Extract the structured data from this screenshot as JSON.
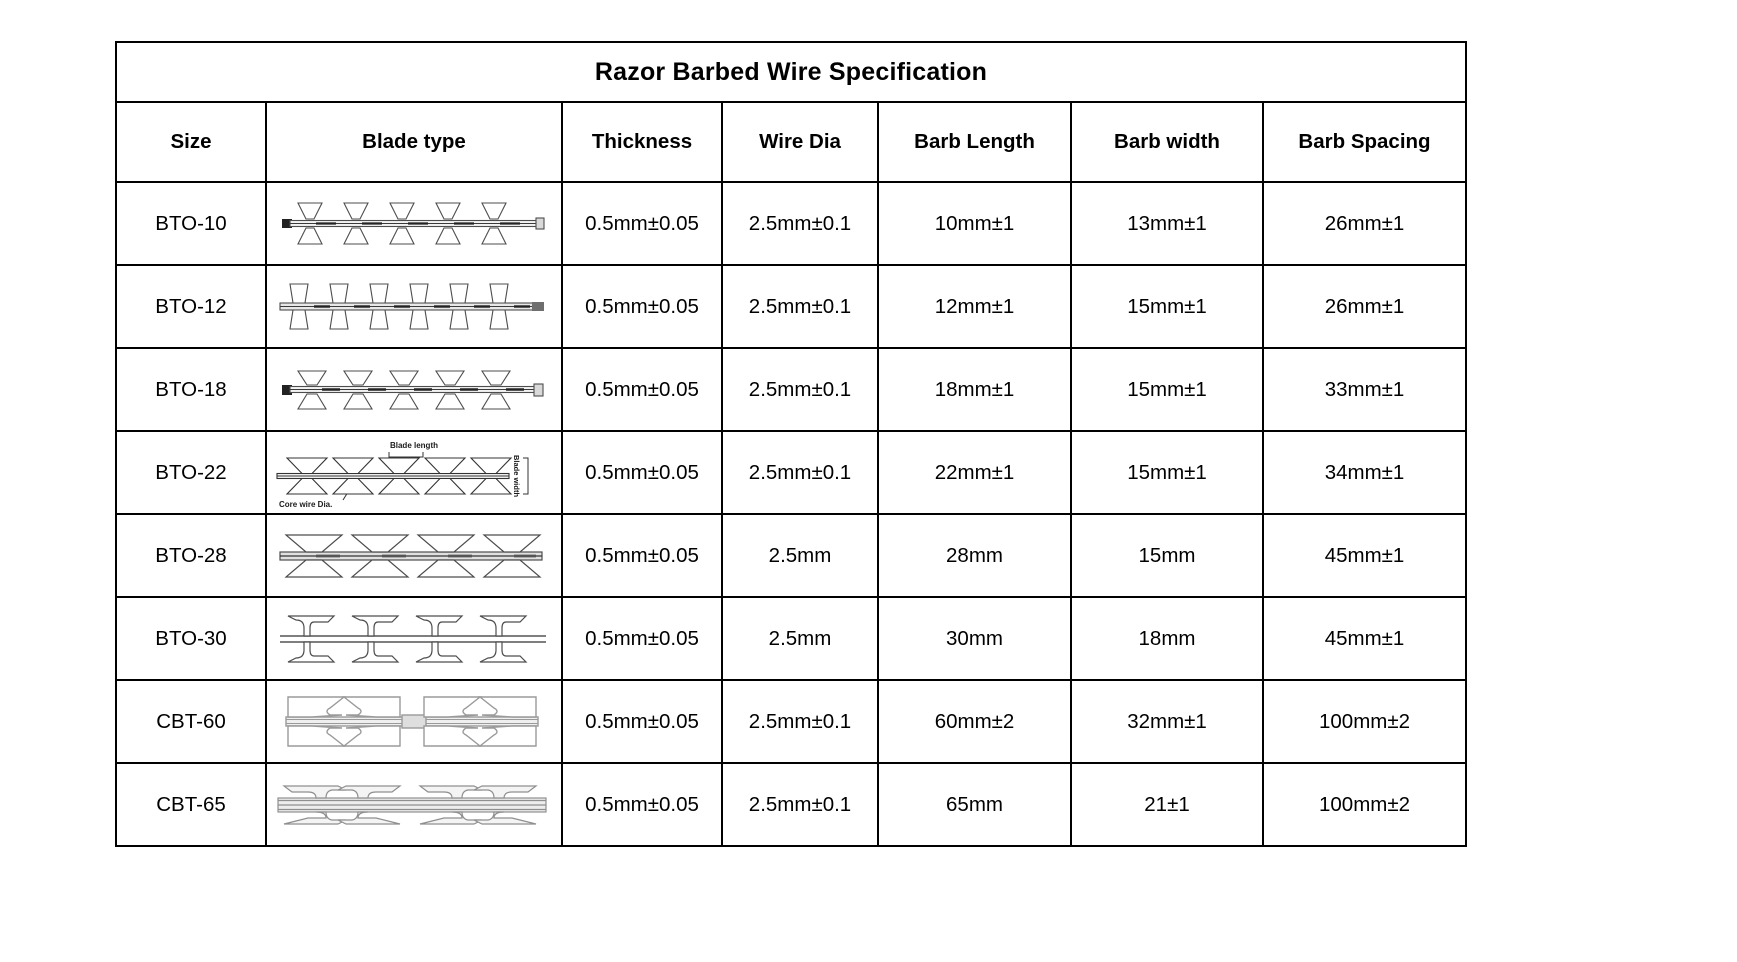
{
  "table": {
    "title": "Razor Barbed Wire Specification",
    "columns": [
      {
        "key": "size",
        "label": "Size"
      },
      {
        "key": "blade_type",
        "label": "Blade type"
      },
      {
        "key": "thickness",
        "label": "Thickness"
      },
      {
        "key": "wire_dia",
        "label": "Wire Dia"
      },
      {
        "key": "barb_length",
        "label": "Barb Length"
      },
      {
        "key": "barb_width",
        "label": "Barb width"
      },
      {
        "key": "barb_spacing",
        "label": "Barb Spacing"
      }
    ],
    "rows": [
      {
        "size": "BTO-10",
        "blade_type": "bto-10-blade-diagram",
        "thickness": "0.5mm±0.05",
        "wire_dia": "2.5mm±0.1",
        "barb_length": "10mm±1",
        "barb_width": "13mm±1",
        "barb_spacing": "26mm±1"
      },
      {
        "size": "BTO-12",
        "blade_type": "bto-12-blade-diagram",
        "thickness": "0.5mm±0.05",
        "wire_dia": "2.5mm±0.1",
        "barb_length": "12mm±1",
        "barb_width": "15mm±1",
        "barb_spacing": "26mm±1"
      },
      {
        "size": "BTO-18",
        "blade_type": "bto-18-blade-diagram",
        "thickness": "0.5mm±0.05",
        "wire_dia": "2.5mm±0.1",
        "barb_length": "18mm±1",
        "barb_width": "15mm±1",
        "barb_spacing": "33mm±1"
      },
      {
        "size": "BTO-22",
        "blade_type": "bto-22-blade-diagram",
        "thickness": "0.5mm±0.05",
        "wire_dia": "2.5mm±0.1",
        "barb_length": "22mm±1",
        "barb_width": "15mm±1",
        "barb_spacing": "34mm±1"
      },
      {
        "size": "BTO-28",
        "blade_type": "bto-28-blade-diagram",
        "thickness": "0.5mm±0.05",
        "wire_dia": "2.5mm",
        "barb_length": "28mm",
        "barb_width": "15mm",
        "barb_spacing": "45mm±1"
      },
      {
        "size": "BTO-30",
        "blade_type": "bto-30-blade-diagram",
        "thickness": "0.5mm±0.05",
        "wire_dia": "2.5mm",
        "barb_length": "30mm",
        "barb_width": "18mm",
        "barb_spacing": "45mm±1"
      },
      {
        "size": "CBT-60",
        "blade_type": "cbt-60-blade-diagram",
        "thickness": "0.5mm±0.05",
        "wire_dia": "2.5mm±0.1",
        "barb_length": "60mm±2",
        "barb_width": "32mm±1",
        "barb_spacing": "100mm±2"
      },
      {
        "size": "CBT-65",
        "blade_type": "cbt-65-blade-diagram",
        "thickness": "0.5mm±0.05",
        "wire_dia": "2.5mm±0.1",
        "barb_length": "65mm",
        "barb_width": "21±1",
        "barb_spacing": "100mm±2"
      }
    ]
  },
  "diagram_annotations": {
    "blade_length": "Blade length",
    "blade_width": "Blade width",
    "core_wire_dia": "Core wire Dia."
  },
  "colors": {
    "border": "#000000",
    "text": "#000000",
    "background": "#ffffff",
    "diagram_stroke": "#4d4d4d",
    "diagram_fill": "#ffffff"
  }
}
